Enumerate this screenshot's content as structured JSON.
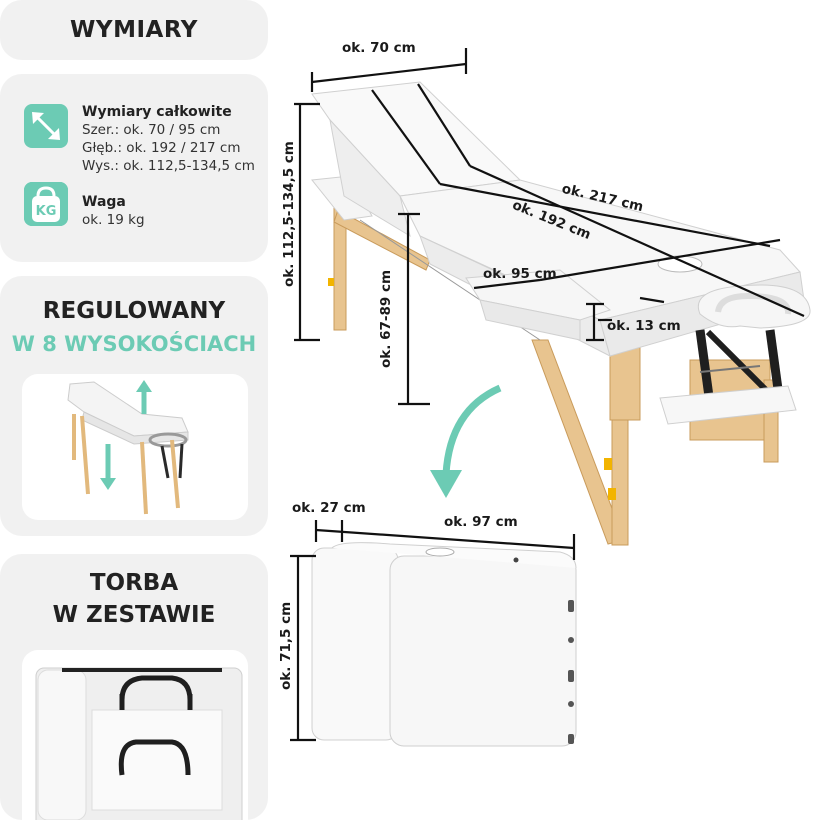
{
  "header": {
    "title": "WYMIARY"
  },
  "specs": {
    "dimensions_title": "Wymiary całkowite",
    "width": "Szer.: ok. 70 / 95 cm",
    "depth": "Głęb.: ok. 192 / 217 cm",
    "height": "Wys.: ok. 112,5-134,5 cm",
    "weight_title": "Waga",
    "weight": "ok. 19 kg",
    "weight_icon_text": "KG",
    "dimensions_icon": "diagonal-arrows-icon",
    "weight_icon": "kettlebell-icon"
  },
  "adjust": {
    "line1": "REGULOWANY",
    "line2": "W 8 WYSOKOŚCIACH"
  },
  "bag": {
    "line1": "TORBA",
    "line2": "W ZESTAWIE"
  },
  "table_dims": {
    "width_top": "ok. 70 cm",
    "total_length": "ok. 217 cm",
    "body_length": "ok. 192 cm",
    "arm_width": "ok. 95 cm",
    "thickness": "ok. 13 cm",
    "total_height": "ok. 112,5-134,5 cm",
    "seat_height": "ok. 67-89 cm"
  },
  "case_dims": {
    "depth": "ok. 27 cm",
    "width": "ok. 97 cm",
    "height": "ok. 71,5 cm"
  },
  "colors": {
    "accent": "#6ccbb4",
    "panel": "#f1f1f1",
    "wood": "#e8c48f",
    "cushion": "#f8f8f8"
  }
}
